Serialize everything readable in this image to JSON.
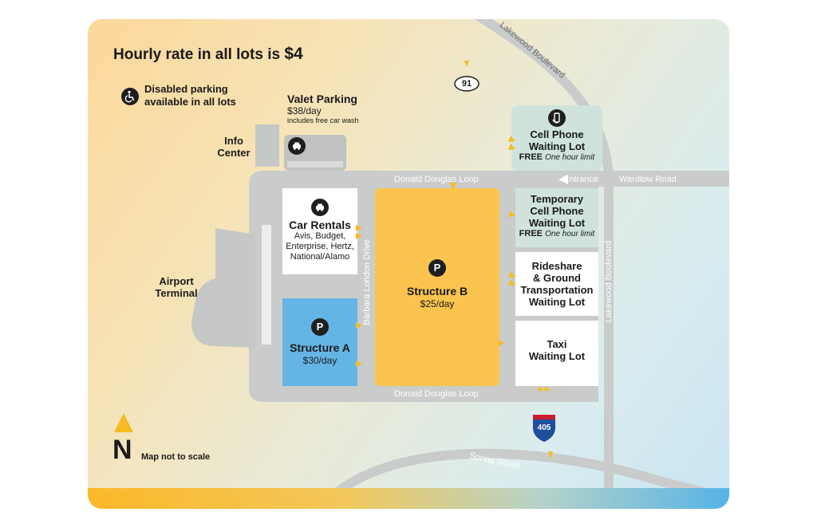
{
  "header": {
    "rate_text": "Hourly rate in all lots is",
    "rate_value": "$4"
  },
  "disabled_note": {
    "line1": "Disabled parking",
    "line2": "available in all lots"
  },
  "valet": {
    "title": "Valet Parking",
    "price": "$38/day",
    "note": "includes free car wash"
  },
  "info_center": {
    "line1": "Info",
    "line2": "Center"
  },
  "airport_terminal": {
    "line1": "Airport",
    "line2": "Terminal"
  },
  "car_rentals": {
    "title": "Car Rentals",
    "companies": [
      "Avis, Budget,",
      "Enterprise, Hertz,",
      "National/Alamo"
    ]
  },
  "structure_a": {
    "badge": "P",
    "title": "Structure A",
    "price": "$30/day"
  },
  "structure_b": {
    "badge": "P",
    "title": "Structure B",
    "price": "$25/day"
  },
  "cell_lot": {
    "line1": "Cell Phone",
    "line2": "Waiting Lot",
    "free": "FREE",
    "limit": "One hour limit"
  },
  "temp_cell_lot": {
    "line1": "Temporary",
    "line2": "Cell Phone",
    "line3": "Waiting Lot",
    "free": "FREE",
    "limit": "One hour limit"
  },
  "rideshare_lot": {
    "line1": "Rideshare",
    "line2": "& Ground",
    "line3": "Transportation",
    "line4": "Waiting Lot"
  },
  "taxi_lot": {
    "line1": "Taxi",
    "line2": "Waiting Lot"
  },
  "roads": {
    "donald_top": "Donald Douglas Loop",
    "donald_bottom": "Donald Douglas Loop",
    "barbara": "Barbara London Drive",
    "lakewood_vertical": "Lakewood Boulevard",
    "lakewood_diagonal": "Lakewood Boulevard",
    "wardlow": "Wardlow Road",
    "entrance": "Entrance",
    "spring": "Spring Street"
  },
  "highways": {
    "route_91": "91",
    "route_405": "405"
  },
  "legend": {
    "north": "N",
    "scale_note": "Map not to scale"
  },
  "colors": {
    "road": "#c9cccb",
    "structure_a": "#64b5e6",
    "structure_b": "#fcc44f",
    "cell_lot": "#cfe3dc",
    "white_lot": "#ffffff",
    "terminal": "#bfc2c0",
    "arrow": "#f5bb22",
    "interstate_blue": "#1f4f9c",
    "interstate_red": "#c8202f"
  }
}
